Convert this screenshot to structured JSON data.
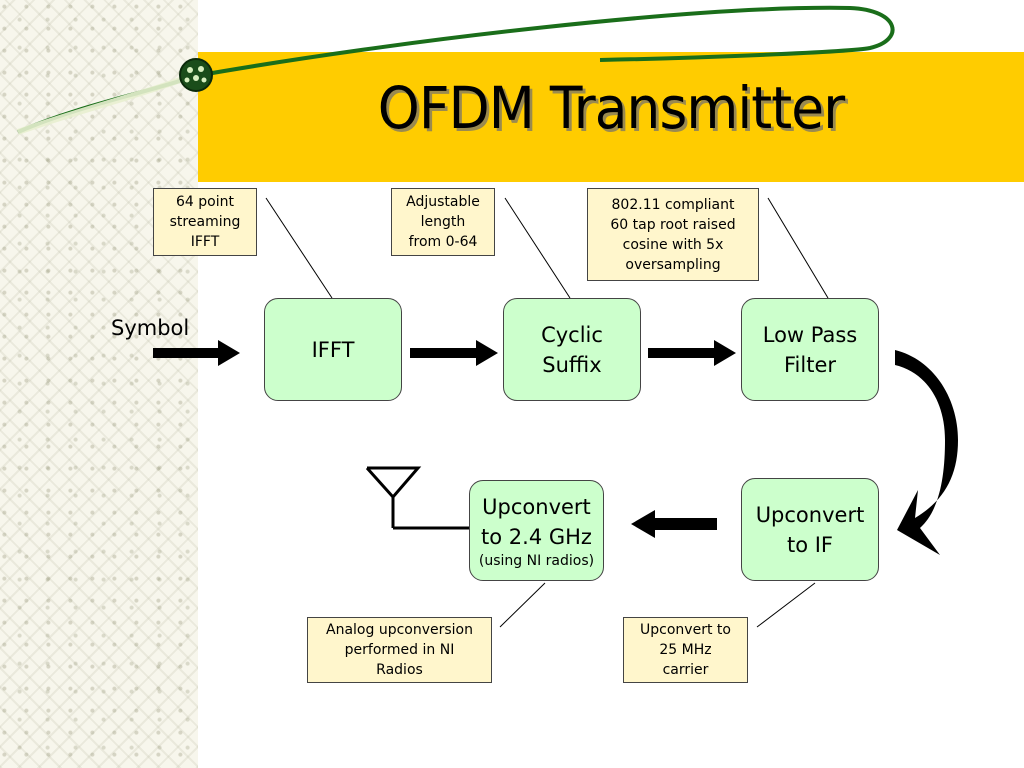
{
  "slide": {
    "title": "OFDM Transmitter",
    "input_label": "Symbol",
    "colors": {
      "title_band": "#ffcc00",
      "block_fill": "#ccffcc",
      "note_fill": "#fff6cc",
      "swoosh": "#1a6e1a"
    }
  },
  "blocks": {
    "ifft": {
      "label": "IFFT"
    },
    "cyclic_suffix": {
      "label": "Cyclic\nSuffix"
    },
    "low_pass_filter": {
      "label": "Low Pass\nFilter"
    },
    "upconvert_if": {
      "label": "Upconvert\nto IF"
    },
    "upconvert_24": {
      "label": "Upconvert\nto 2.4 GHz",
      "sub": "(using NI radios)"
    }
  },
  "notes": {
    "ifft": "64 point\nstreaming\nIFFT",
    "cyclic_suffix": "Adjustable\nlength\nfrom 0-64",
    "low_pass_filter": "802.11 compliant\n60 tap root raised\ncosine with 5x\noversampling",
    "upconvert_24": "Analog upconversion\nperformed in NI\nRadios",
    "upconvert_if": "Upconvert to\n25 MHz\ncarrier"
  },
  "icons": [
    "antenna-icon",
    "arrow-right-icon",
    "arrow-left-icon",
    "curved-arrow-icon",
    "logo-icon"
  ]
}
